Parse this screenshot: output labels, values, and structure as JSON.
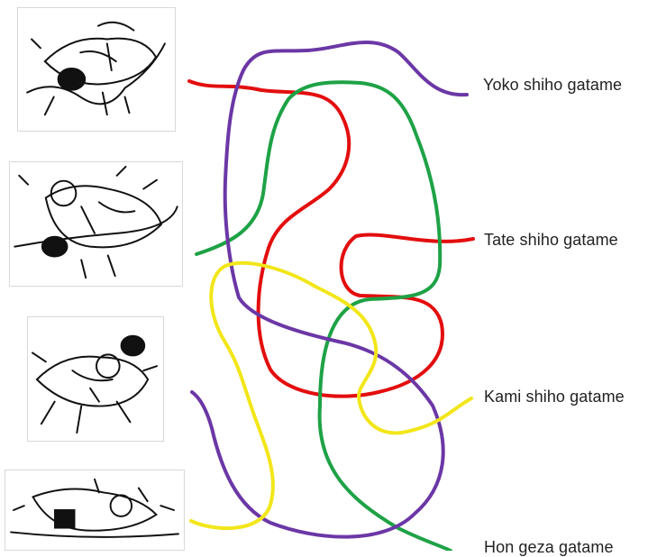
{
  "techniques": [
    {
      "id": "yoko",
      "label": "Yoko shiho gatame"
    },
    {
      "id": "tate",
      "label": "Tate shiho gatame"
    },
    {
      "id": "kami",
      "label": "Kami shiho gatame"
    },
    {
      "id": "hon",
      "label": "Hon geza gatame"
    }
  ],
  "pictures": [
    {
      "icon": "judo-hold-illustration-1"
    },
    {
      "icon": "judo-hold-illustration-2"
    },
    {
      "icon": "judo-hold-illustration-3"
    },
    {
      "icon": "judo-hold-illustration-4"
    }
  ],
  "lines": [
    {
      "name": "red-line",
      "color": "#e30e0e"
    },
    {
      "name": "green-line",
      "color": "#1ea246"
    },
    {
      "name": "purple-line",
      "color": "#6b37a6"
    },
    {
      "name": "yellow-line",
      "color": "#f2e61a"
    }
  ]
}
